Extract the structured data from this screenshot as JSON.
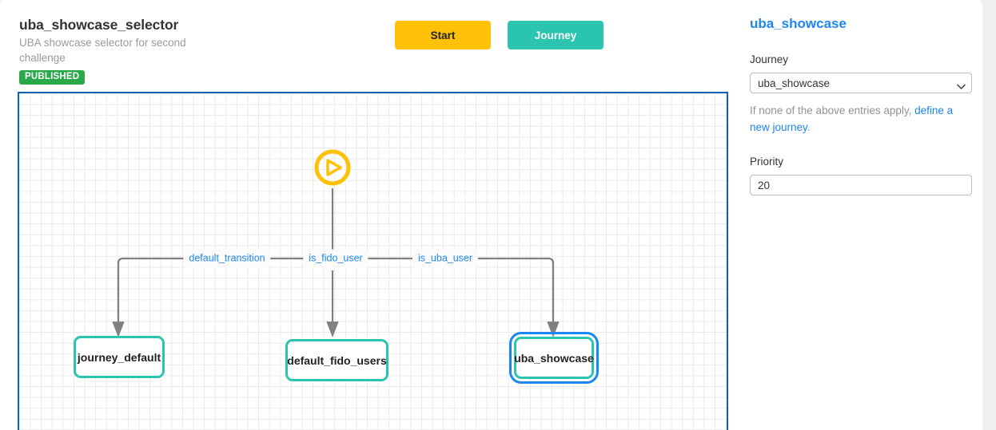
{
  "header": {
    "title": "uba_showcase_selector",
    "subtitle": "UBA showcase selector for second challenge",
    "status": "PUBLISHED",
    "status_color": "#2aa84a"
  },
  "toolbar": {
    "start_label": "Start",
    "journey_label": "Journey",
    "start_color": "#ffc107",
    "journey_color": "#2bc4ae"
  },
  "canvas": {
    "border_color": "#0f62b5",
    "grid_color": "#eaeaea",
    "edge_color": "#808080",
    "node_border_color": "#2bc4ae",
    "selection_color": "#1d86f0",
    "start_node_icon": "play-circle-icon",
    "start_node_color": "#ffc107",
    "edges": [
      {
        "label": "default_transition",
        "target": "journey_default"
      },
      {
        "label": "is_fido_user",
        "target": "default_fido_users"
      },
      {
        "label": "is_uba_user",
        "target": "uba_showcase"
      }
    ],
    "nodes": [
      {
        "label": "journey_default",
        "selected": false
      },
      {
        "label": "default_fido_users",
        "selected": false
      },
      {
        "label": "uba_showcase",
        "selected": true
      }
    ]
  },
  "panel": {
    "title": "uba_showcase",
    "journey_label": "Journey",
    "journey_value": "uba_showcase",
    "journey_options": [
      "uba_showcase"
    ],
    "helper_prefix": "If none of the above entries apply, ",
    "helper_link": "define a new journey",
    "helper_suffix": ".",
    "priority_label": "Priority",
    "priority_value": "20",
    "link_color": "#1d86f0"
  }
}
